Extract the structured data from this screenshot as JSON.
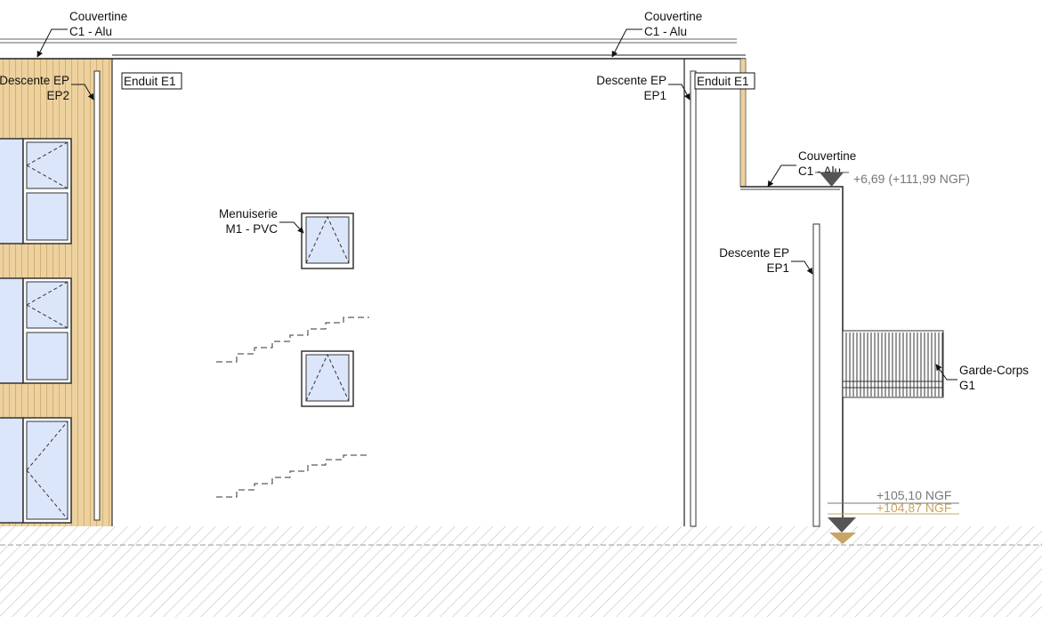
{
  "colors": {
    "cladding": "#edd19e",
    "window_glass": "#dbe6fb",
    "soil_hatch": "#b4b4b4",
    "level_marker": "#555555",
    "natural_level": "#c9a464"
  },
  "labels": {
    "couvertine_left": [
      "Couvertine",
      "C1 - Alu"
    ],
    "couvertine_mid": [
      "Couvertine",
      "C1 - Alu"
    ],
    "couvertine_right": [
      "Couvertine",
      "C1 - Alu"
    ],
    "descente_ep2": [
      "Descente EP",
      "EP2"
    ],
    "descente_ep1_upper": [
      "Descente EP",
      "EP1"
    ],
    "descente_ep1_lower": [
      "Descente EP",
      "EP1"
    ],
    "enduit_left": "Enduit E1",
    "enduit_right": "Enduit E1",
    "menuiserie": [
      "Menuiserie",
      "M1 - PVC"
    ],
    "garde_corps": [
      "Garde-Corps",
      "G1"
    ]
  },
  "levels": {
    "roof": "+6,69 (+111,99 NGF)",
    "finished_ground": "+105,10 NGF",
    "natural_ground": "+104,87 NGF"
  }
}
